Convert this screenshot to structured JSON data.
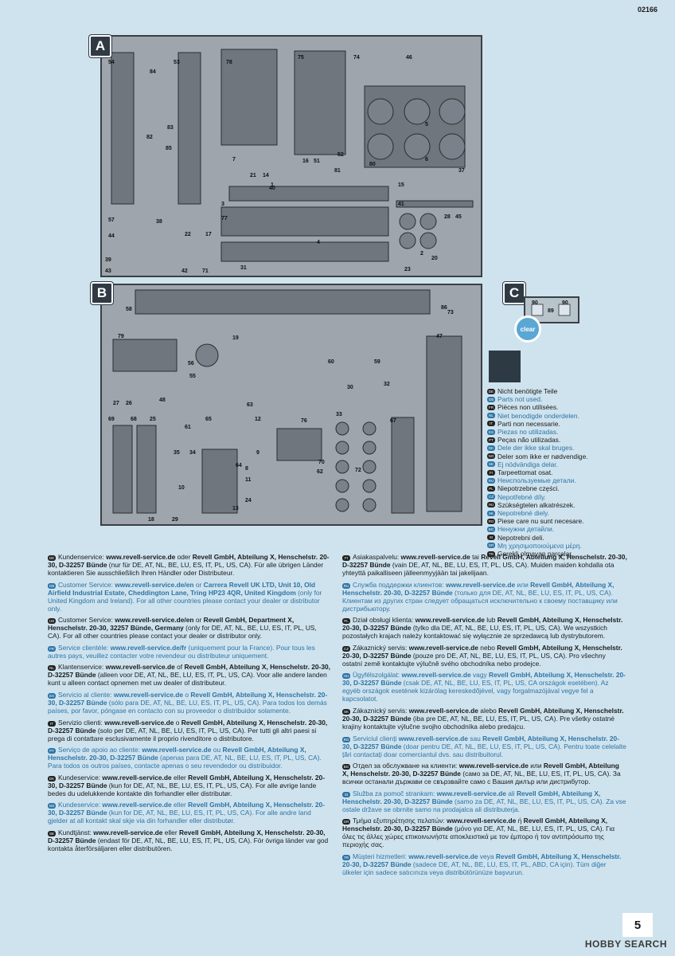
{
  "header": {
    "code": "02166"
  },
  "frames": {
    "a": "A",
    "b": "B",
    "c": "C",
    "clear": "clear",
    "a_parts": [
      "54",
      "84",
      "53",
      "78",
      "75",
      "74",
      "46",
      "83",
      "82",
      "85",
      "1",
      "5",
      "6",
      "7",
      "21",
      "14",
      "16",
      "51",
      "52",
      "81",
      "80",
      "37",
      "57",
      "38",
      "22",
      "17",
      "15",
      "41",
      "40",
      "3",
      "77",
      "4",
      "31",
      "2",
      "28",
      "45",
      "44",
      "39",
      "43",
      "42",
      "71",
      "23",
      "20"
    ],
    "b_parts": [
      "58",
      "86",
      "73",
      "79",
      "47",
      "19",
      "56",
      "55",
      "60",
      "59",
      "32",
      "30",
      "27",
      "26",
      "48",
      "63",
      "69",
      "68",
      "25",
      "65",
      "12",
      "76",
      "33",
      "67",
      "61",
      "35",
      "34",
      "9",
      "64",
      "8",
      "11",
      "10",
      "29",
      "18",
      "24",
      "13",
      "62",
      "70",
      "72"
    ],
    "c_parts": [
      "90",
      "89",
      "90"
    ]
  },
  "legend": [
    {
      "lang": "DE",
      "text": "Nicht benötigte Teile",
      "alt": false
    },
    {
      "lang": "GB",
      "text": "Parts not used.",
      "alt": true
    },
    {
      "lang": "FR",
      "text": "Pièces non utilisées.",
      "alt": false
    },
    {
      "lang": "NL",
      "text": "Niet benodigde onderdelen.",
      "alt": true
    },
    {
      "lang": "IT",
      "text": "Parti non necessarie.",
      "alt": false
    },
    {
      "lang": "ES",
      "text": "Piezas no utilizadas.",
      "alt": true
    },
    {
      "lang": "PT",
      "text": "Peças não utilizadas.",
      "alt": false
    },
    {
      "lang": "DK",
      "text": "Dele der ikke skal bruges.",
      "alt": true
    },
    {
      "lang": "NO",
      "text": "Deler som ikke er nødvendige.",
      "alt": false
    },
    {
      "lang": "SE",
      "text": "Ej nödvändiga delar.",
      "alt": true
    },
    {
      "lang": "FI",
      "text": "Tarpeettomat osat.",
      "alt": false
    },
    {
      "lang": "RU",
      "text": "Неиспользуемые детали.",
      "alt": true
    },
    {
      "lang": "PL",
      "text": "Niepotrzebne części.",
      "alt": false
    },
    {
      "lang": "CZ",
      "text": "Nepotřebné díly.",
      "alt": true
    },
    {
      "lang": "HU",
      "text": "Szükségtelen alkatrészek.",
      "alt": false
    },
    {
      "lang": "SK",
      "text": "Nepotrebné diely.",
      "alt": true
    },
    {
      "lang": "RO",
      "text": "Piese care nu sunt necesare.",
      "alt": false
    },
    {
      "lang": "BG",
      "text": "Ненужни детайли.",
      "alt": true
    },
    {
      "lang": "SI",
      "text": "Nepotrebni deli.",
      "alt": false
    },
    {
      "lang": "GR",
      "text": "Μη χρησιμοποιούμενα μέρη.",
      "alt": true
    },
    {
      "lang": "TR",
      "text": "Gerekli olmayan parçalar.",
      "alt": false
    }
  ],
  "service_left": [
    {
      "lang": "DE",
      "alt": false,
      "lead": "Kundenservice: ",
      "b1": "www.revell-service.de",
      "m1": " oder ",
      "b2": "Revell GmbH, Abteilung X, Henschelstr. 20-30, D-32257 Bünde",
      "tail": " (nur für DE, AT, NL, BE, LU, ES, IT, PL, US, CA). Für alle übrigen Länder kontaktieren Sie ausschließlich Ihren Händler oder Distributeur."
    },
    {
      "lang": "GB",
      "alt": true,
      "lead": "Customer Service: ",
      "b1": "www.revell-service.de/en",
      "m1": " or ",
      "b2": "Carrera Revell UK LTD, Unit 10, Old Airfield Industrial Estate, Cheddington Lane, Tring HP23 4QR, United Kingdom",
      "tail": " (only for United Kingdom and Ireland). For all other countries please contact your dealer or distributor only."
    },
    {
      "lang": "US",
      "alt": false,
      "lead": "Customer Service: ",
      "b1": "www.revell-service.de/en",
      "m1": " or ",
      "b2": "Revell GmbH, Department X, Henschelstr. 20-30, 32257 Bünde, Germany",
      "tail": " (only for DE, AT, NL, BE, LU, ES, IT, PL, US, CA). For all other countries please contact your dealer or distributor only."
    },
    {
      "lang": "FR",
      "alt": true,
      "lead": "Service clientèle: ",
      "b1": "www.revell-service.de/fr",
      "m1": "",
      "b2": "",
      "tail": " (uniquement pour la France). Pour tous les autres pays, veuillez contacter votre revendeur ou distributeur uniquement."
    },
    {
      "lang": "NL",
      "alt": false,
      "lead": "Klantenservice: ",
      "b1": "www.revell-service.de",
      "m1": " of ",
      "b2": "Revell GmbH, Abteilung X, Henschelstr. 20-30, D-32257 Bünde",
      "tail": " (alleen voor DE, AT, NL, BE, LU, ES, IT, PL, US, CA). Voor alle andere landen kunt u alleen contact opnemen met uw dealer of distributeur."
    },
    {
      "lang": "ES",
      "alt": true,
      "lead": "Servicio al cliente: ",
      "b1": "www.revell-service.de",
      "m1": " o ",
      "b2": "Revell GmbH, Abteilung X, Henschelstr. 20-30, D-32257 Bünde",
      "tail": " (sólo para DE, AT, NL, BE, LU, ES, IT, PL, US, CA). Para todos los demás países, por favor, póngase en contacto con su proveedor o distribuidor solamente."
    },
    {
      "lang": "IT",
      "alt": false,
      "lead": "Servizio clienti: ",
      "b1": "www.revell-service.de",
      "m1": " o ",
      "b2": "Revell GmbH, Abteilung X, Henschelstr. 20-30, D-32257 Bünde",
      "tail": " (solo per DE, AT, NL, BE, LU, ES, IT, PL, US, CA). Per tutti gli altri paesi si prega di contattare esclusivamente il proprio rivenditore o distributore."
    },
    {
      "lang": "PT",
      "alt": true,
      "lead": "Serviço de apoio ao cliente: ",
      "b1": "www.revell-service.de",
      "m1": " ou ",
      "b2": "Revell GmbH, Abteilung X, Henschelstr. 20-30, D-32257 Bünde",
      "tail": " (apenas para DE, AT, NL, BE, LU, ES, IT, PL, US, CA). Para todos os outros países, contacte apenas o seu revendedor ou distribuidor."
    },
    {
      "lang": "DK",
      "alt": false,
      "lead": "Kundeservice: ",
      "b1": "www.revell-service.de",
      "m1": " eller ",
      "b2": "Revell GmbH, Abteilung X, Henschelstr. 20-30, D-32257 Bünde",
      "tail": " (kun for DE, AT, NL, BE, LU, ES, IT, PL, US, CA). For alle øvrige lande bedes du udelukkende kontakte din forhandler eller distributør."
    },
    {
      "lang": "NO",
      "alt": true,
      "lead": "Kundeservice: ",
      "b1": "www.revell-service.de",
      "m1": " eller ",
      "b2": "Revell GmbH, Abteilung X, Henschelstr. 20-30, D-32257 Bünde",
      "tail": " (kun for DE, AT, NL, BE, LU, ES, IT, PL, US, CA). For alle andre land gjelder at all kontakt skal skje via din forhandler eller distributør."
    },
    {
      "lang": "SE",
      "alt": false,
      "lead": "Kundtjänst: ",
      "b1": "www.revell-service.de",
      "m1": " eller ",
      "b2": "Revell GmbH, Abteilung X, Henschelstr. 20-30, D-32257 Bünde",
      "tail": " (endast för DE, AT, NL, BE, LU, ES, IT, PL, US, CA). För övriga länder var god kontakta återförsäljaren eller distributören."
    }
  ],
  "service_right": [
    {
      "lang": "FI",
      "alt": false,
      "lead": "Asiakaspalvelu: ",
      "b1": "www.revell-service.de",
      "m1": " tai ",
      "b2": "Revell GmbH, Abteilung X, Henschelstr. 20-30, D-32257 Bünde",
      "tail": " (vain DE, AT, NL, BE, LU, ES, IT, PL, US, CA). Muiden maiden kohdalla ota yhteyttä paikalliseen jälleenmyyjään tai jakelijaan."
    },
    {
      "lang": "RU",
      "alt": true,
      "lead": "Служба поддержки клиентов: ",
      "b1": "www.revell-service.de",
      "m1": " или ",
      "b2": "Revell GmbH, Abteilung X, Henschelstr. 20-30, D-32257 Bünde",
      "tail": " (только для DE, AT, NL, BE, LU, ES, IT, PL, US, CA). Клиентам из других стран следует обращаться исключительно к своему поставщику или дистрибьютору."
    },
    {
      "lang": "PL",
      "alt": false,
      "lead": "Dział obsługi klienta: ",
      "b1": "www.revell-service.de",
      "m1": " lub ",
      "b2": "Revell GmbH, Abteilung X, Henschelstr. 20-30, D-32257 Bünde",
      "tail": " (tylko dla DE, AT, NL, BE, LU, ES, IT, PL, US, CA). We wszystkich pozostałych krajach należy kontaktować się wyłącznie ze sprzedawcą lub dystrybutorem."
    },
    {
      "lang": "CZ",
      "alt": false,
      "lead": "Zákaznický servis: ",
      "b1": "www.revell-service.de",
      "m1": " nebo ",
      "b2": "Revell GmbH, Abteilung X, Henschelstr. 20-30, D-32257 Bünde",
      "tail": " (pouze pro DE, AT, NL, BE, LU, ES, IT, PL, US, CA). Pro všechny ostatní země kontaktujte výlučně svého obchodníka nebo prodejce."
    },
    {
      "lang": "HU",
      "alt": true,
      "lead": "Ügyfélszolgálat: ",
      "b1": "www.revell-service.de",
      "m1": " vagy ",
      "b2": "Revell GmbH, Abteilung X, Henschelstr. 20-30, D-32257 Bünde",
      "tail": " (csak DE, AT, NL, BE, LU, ES, IT, PL, US, CA országok esetében). Az egyéb országok esetének kizárólag kereskedőjével, vagy forgalmazójával vegye fel a kapcsolatot."
    },
    {
      "lang": "SK",
      "alt": false,
      "lead": "Zákaznický servis: ",
      "b1": "www.revell-service.de",
      "m1": " alebo ",
      "b2": "Revell GmbH, Abteilung X, Henschelstr. 20-30, D-32257 Bünde",
      "tail": " (iba pre DE, AT, NL, BE, LU, ES, IT, PL, US, CA). Pre všetky ostatné krajiny kontaktujte výlučne svojho obchodníka alebo predajcu."
    },
    {
      "lang": "RO",
      "alt": true,
      "lead": "Serviciul clienți ",
      "b1": "www.revell-service.de",
      "m1": " sau ",
      "b2": "Revell GmbH, Abteilung X, Henschelstr. 20-30, D-32257 Bünde",
      "tail": " (doar pentru DE, AT, NL, BE, LU, ES, IT, PL, US, CA). Pentru toate celelalte țări contactați doar comerciantul dvs. sau distribuitorul."
    },
    {
      "lang": "BG",
      "alt": false,
      "lead": "Отдел за обслужване на клиенти: ",
      "b1": "www.revell-service.de",
      "m1": " или ",
      "b2": "Revell GmbH, Abteilung X, Henschelstr. 20-30, D-32257 Bünde",
      "tail": " (само за DE, AT, NL, BE, LU, ES, IT, PL, US, CA). За всички останали държави се свързвайте само с Вашия дилър или дистрибутор."
    },
    {
      "lang": "SI",
      "alt": true,
      "lead": "Služba za pomoč strankam: ",
      "b1": "www.revell-service.de",
      "m1": " ali ",
      "b2": "Revell GmbH, Abteilung X, Henschelstr. 20-30, D-32257 Bünde",
      "tail": " (samo za DE, AT, NL, BE, LU, ES, IT, PL, US, CA). Za vse ostale države se obrnite samo na prodajalca ali distributerja."
    },
    {
      "lang": "GR",
      "alt": false,
      "lead": "Τμήμα εξυπηρέτησης πελατών: ",
      "b1": "www.revell-service.de",
      "m1": " ή ",
      "b2": "Revell GmbH, Abteilung X, Henschelstr. 20-30, D-32257 Bünde",
      "tail": " (μόνο για DE, AT, NL, BE, LU, ES, IT, PL, US, CA). Για όλες τις άλλες χώρες επικοινωνήστε αποκλειστικά με τον έμπορο ή τον αντιπρόσωπο της περιοχής σας."
    },
    {
      "lang": "TR",
      "alt": true,
      "lead": "Müşteri hizmetleri: ",
      "b1": "www.revell-service.de",
      "m1": " veya ",
      "b2": "Revell GmbH, Abteilung X, Henschelstr. 20-30, D-32257 Bünde",
      "tail": " (sadece DE, AT, NL, BE, LU, ES, IT, PL, ABD, CA için). Tüm diğer ülkeler için sadece satıcınıza veya distribütörünüze başvurun."
    }
  ],
  "footer": {
    "page_number": "5",
    "watermark": "HOBBY SEARCH"
  }
}
